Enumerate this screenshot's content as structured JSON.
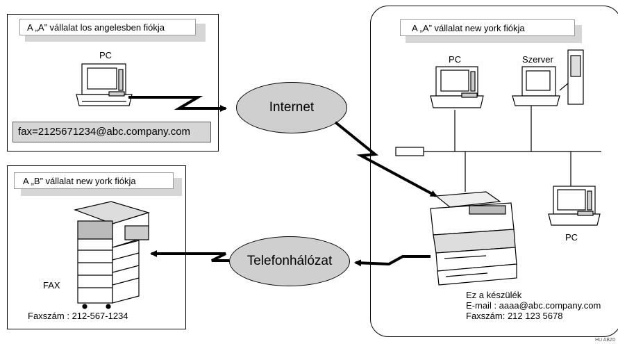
{
  "la_branch": {
    "title": "A „A” vállalat los angelesben fiókja",
    "pc_label": "PC",
    "fax_address": "fax=2125671234@abc.company.com"
  },
  "ny_branch": {
    "title": "A „A” vállalat new york fiókja",
    "pc_label": "PC",
    "server_label": "Szerver",
    "pc2_label": "PC",
    "device_caption": "Ez a készülék",
    "device_email": "E-mail : aaaa@abc.company.com",
    "device_fax": "Faxszám: 212 123 5678"
  },
  "b_branch": {
    "title": "A „B” vállalat new york fiókja",
    "fax_label": "FAX",
    "fax_number": "Faxszám : 212-567-1234"
  },
  "networks": {
    "internet": "Internet",
    "telephone": "Telefonhálózat"
  },
  "figure_id": "HU ABZ0"
}
